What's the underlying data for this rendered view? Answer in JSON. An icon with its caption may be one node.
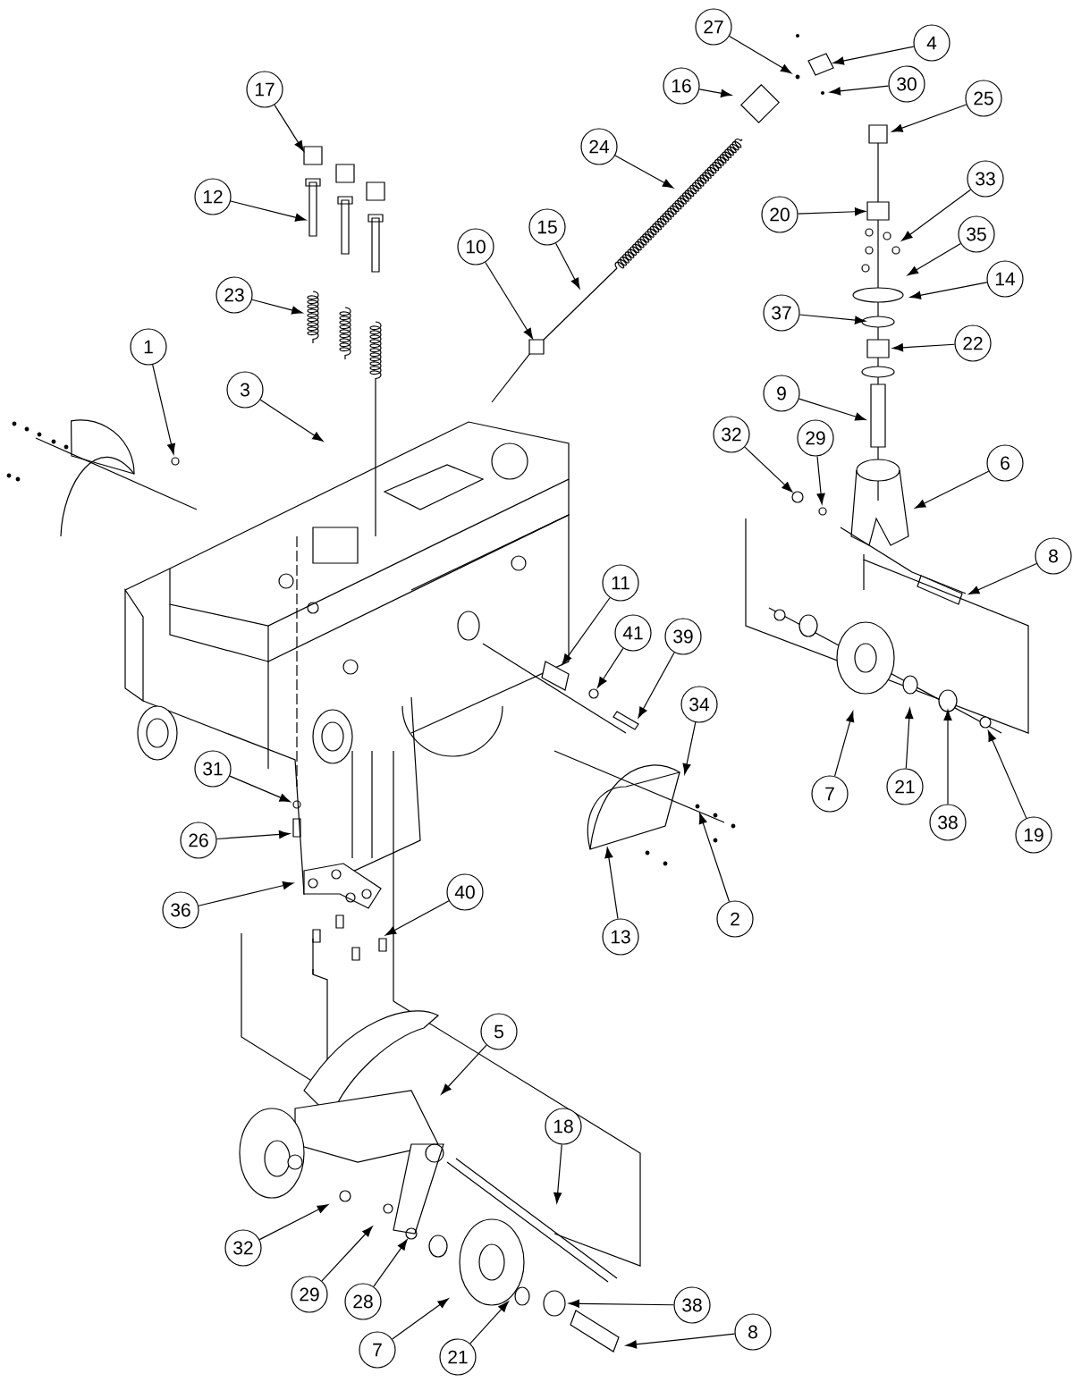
{
  "diagram": {
    "nodes": [
      {
        "text": [
          "27"
        ]
      },
      {
        "text": [
          "4"
        ]
      },
      {
        "text": [
          "30"
        ]
      },
      {
        "text": [
          "16"
        ]
      },
      {
        "text": [
          "17"
        ]
      },
      {
        "text": [
          "25"
        ]
      },
      {
        "text": [
          "24"
        ]
      },
      {
        "text": [
          "33"
        ]
      },
      {
        "text": [
          "12"
        ]
      },
      {
        "text": [
          "20"
        ]
      },
      {
        "text": [
          "15"
        ]
      },
      {
        "text": [
          "35"
        ]
      },
      {
        "text": [
          "10"
        ]
      },
      {
        "text": [
          "14"
        ]
      },
      {
        "text": [
          "23"
        ]
      },
      {
        "text": [
          "37"
        ]
      },
      {
        "text": [
          "22"
        ]
      },
      {
        "text": [
          "1"
        ]
      },
      {
        "text": [
          "3"
        ]
      },
      {
        "text": [
          "9"
        ]
      },
      {
        "text": [
          "32"
        ]
      },
      {
        "text": [
          "29"
        ]
      },
      {
        "text": [
          "6"
        ]
      },
      {
        "text": [
          "8"
        ]
      },
      {
        "text": [
          "11"
        ]
      },
      {
        "text": [
          "41"
        ]
      },
      {
        "text": [
          "39"
        ]
      },
      {
        "text": [
          "34"
        ]
      },
      {
        "text": [
          "31"
        ]
      },
      {
        "text": [
          "21"
        ]
      },
      {
        "text": [
          "7"
        ]
      },
      {
        "text": [
          "38"
        ]
      },
      {
        "text": [
          "19"
        ]
      },
      {
        "text": [
          "26"
        ]
      },
      {
        "text": [
          "40"
        ]
      },
      {
        "text": [
          "36"
        ]
      },
      {
        "text": [
          "2"
        ]
      },
      {
        "text": [
          "13"
        ]
      },
      {
        "text": [
          "5"
        ]
      },
      {
        "text": [
          "18"
        ]
      },
      {
        "text": [
          "32"
        ]
      },
      {
        "text": [
          "29"
        ]
      },
      {
        "text": [
          "28"
        ]
      },
      {
        "text": [
          "38"
        ]
      },
      {
        "text": [
          "8"
        ]
      },
      {
        "text": [
          "7"
        ]
      },
      {
        "text": [
          "21"
        ]
      }
    ],
    "edges": [
      {
        "from": 0,
        "to": null,
        "arrow": "to"
      },
      {
        "from": 1,
        "to": null,
        "arrow": "to"
      },
      {
        "from": 2,
        "to": null,
        "arrow": "to"
      },
      {
        "from": 3,
        "to": null,
        "arrow": "to"
      },
      {
        "from": 4,
        "to": null,
        "arrow": "to"
      },
      {
        "from": 5,
        "to": null,
        "arrow": "to"
      },
      {
        "from": 6,
        "to": null,
        "arrow": "to"
      },
      {
        "from": 7,
        "to": null,
        "arrow": "to"
      },
      {
        "from": 8,
        "to": null,
        "arrow": "to"
      },
      {
        "from": 9,
        "to": null,
        "arrow": "to"
      },
      {
        "from": 10,
        "to": null,
        "arrow": "to"
      },
      {
        "from": 11,
        "to": null,
        "arrow": "to"
      },
      {
        "from": 12,
        "to": null,
        "arrow": "to"
      },
      {
        "from": 13,
        "to": null,
        "arrow": "to"
      },
      {
        "from": 14,
        "to": null,
        "arrow": "to"
      },
      {
        "from": 15,
        "to": null,
        "arrow": "to"
      },
      {
        "from": 16,
        "to": null,
        "arrow": "to"
      },
      {
        "from": 17,
        "to": null,
        "arrow": "to"
      },
      {
        "from": 18,
        "to": null,
        "arrow": "to"
      },
      {
        "from": 19,
        "to": null,
        "arrow": "to"
      },
      {
        "from": 20,
        "to": null,
        "arrow": "to"
      },
      {
        "from": 21,
        "to": null,
        "arrow": "to"
      },
      {
        "from": 22,
        "to": null,
        "arrow": "to"
      },
      {
        "from": 23,
        "to": null,
        "arrow": "to"
      },
      {
        "from": 24,
        "to": null,
        "arrow": "to"
      },
      {
        "from": 25,
        "to": null,
        "arrow": "to"
      },
      {
        "from": 26,
        "to": null,
        "arrow": "to"
      },
      {
        "from": 27,
        "to": null,
        "arrow": "to"
      },
      {
        "from": 28,
        "to": null,
        "arrow": "to"
      },
      {
        "from": 29,
        "to": null,
        "arrow": "to"
      },
      {
        "from": 30,
        "to": null,
        "arrow": "to"
      },
      {
        "from": 31,
        "to": null,
        "arrow": "to"
      },
      {
        "from": 32,
        "to": null,
        "arrow": "to"
      },
      {
        "from": 33,
        "to": null,
        "arrow": "to"
      },
      {
        "from": 34,
        "to": null,
        "arrow": "to"
      },
      {
        "from": 35,
        "to": null,
        "arrow": "to"
      },
      {
        "from": 36,
        "to": null,
        "arrow": "to"
      },
      {
        "from": 37,
        "to": null,
        "arrow": "to"
      },
      {
        "from": 38,
        "to": null,
        "arrow": "to"
      },
      {
        "from": 39,
        "to": null,
        "arrow": "to"
      },
      {
        "from": 40,
        "to": null,
        "arrow": "to"
      },
      {
        "from": 41,
        "to": null,
        "arrow": "to"
      },
      {
        "from": 42,
        "to": null,
        "arrow": "to"
      },
      {
        "from": 43,
        "to": null,
        "arrow": "to"
      },
      {
        "from": 44,
        "to": null,
        "arrow": "to"
      },
      {
        "from": 45,
        "to": null,
        "arrow": "to"
      },
      {
        "from": 46,
        "to": null,
        "arrow": "to"
      }
    ]
  }
}
